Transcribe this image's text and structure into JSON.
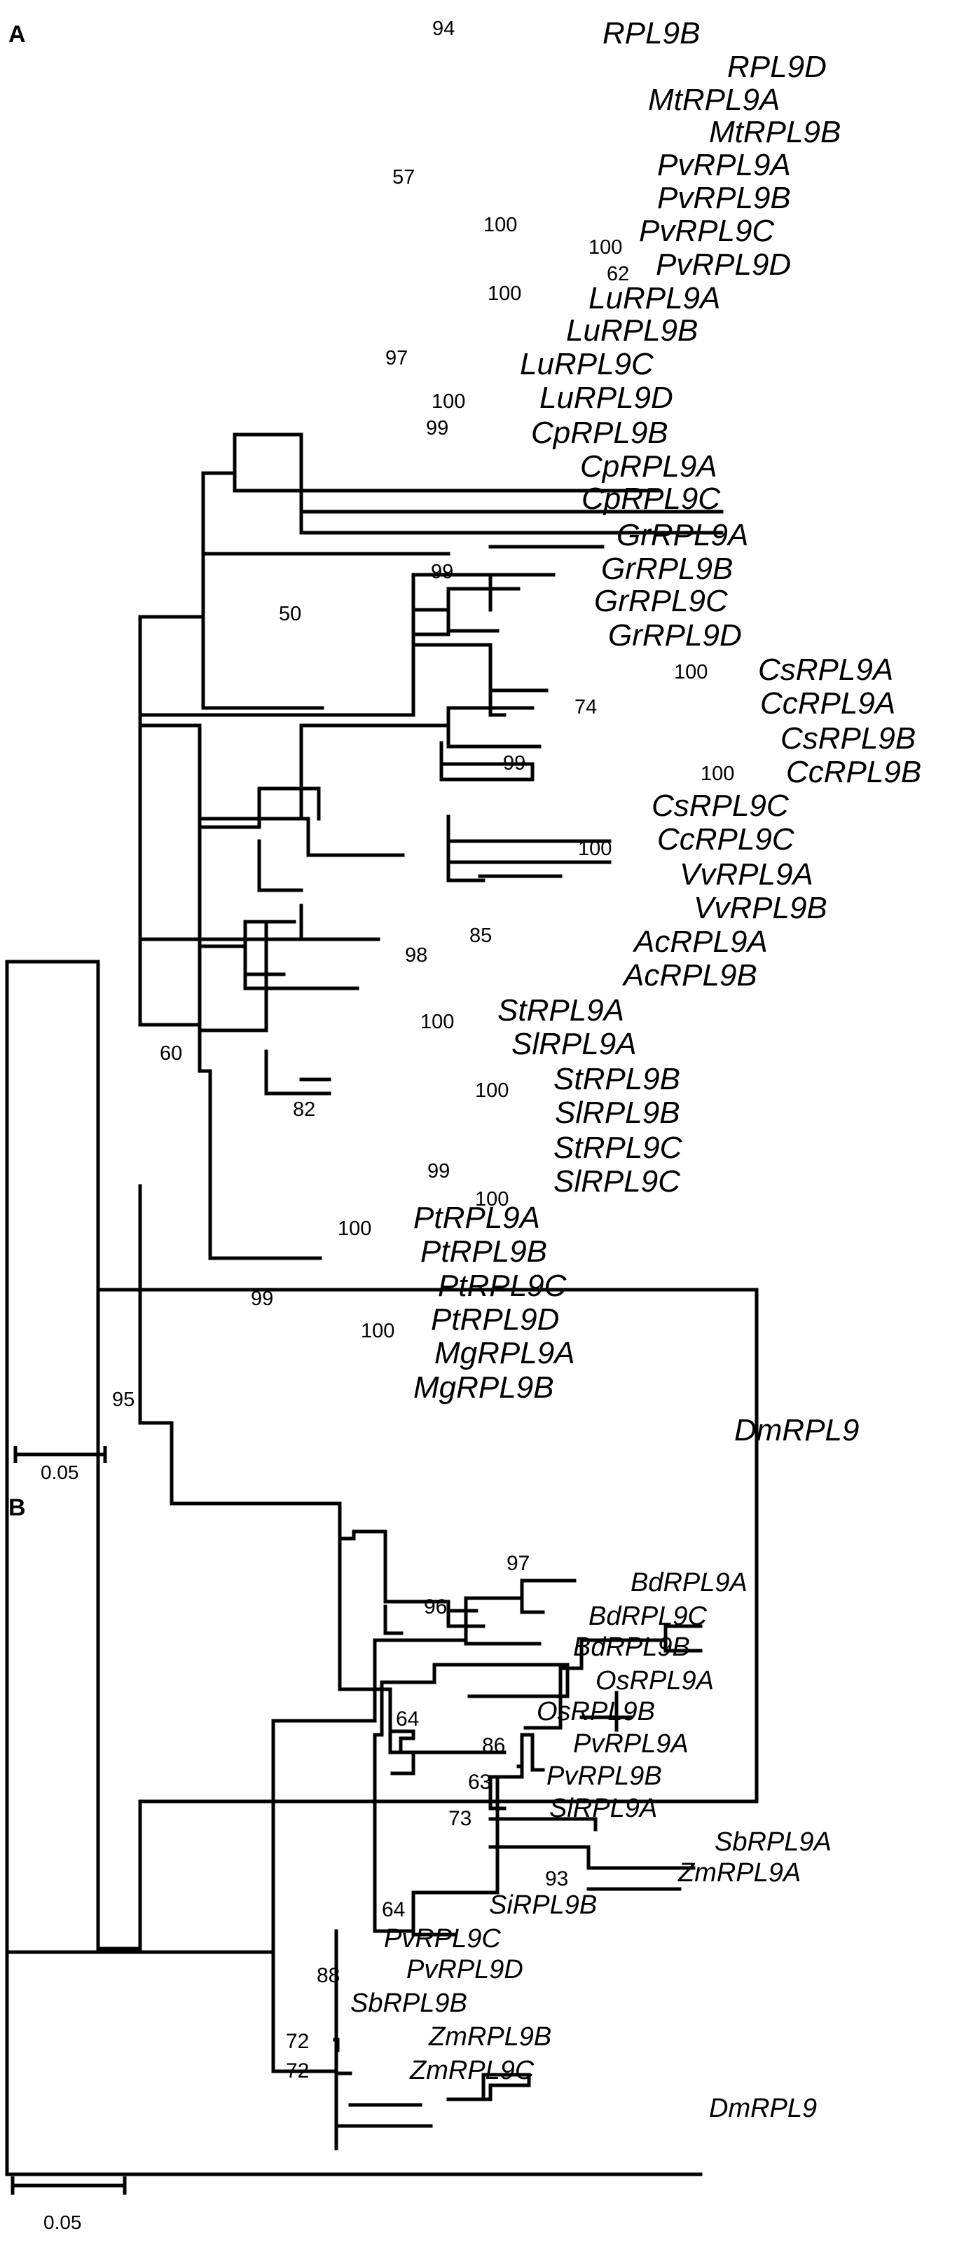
{
  "panels": [
    {
      "label": "A",
      "scale_bar": "0.05",
      "taxa": [
        "RPL9B",
        "RPL9D",
        "MtRPL9A",
        "MtRPL9B",
        "PvRPL9A",
        "PvRPL9B",
        "PvRPL9C",
        "PvRPL9D",
        "LuRPL9A",
        "LuRPL9B",
        "LuRPL9C",
        "LuRPL9D",
        "CpRPL9B",
        "CpRPL9A",
        "CpRPL9C",
        "GrRPL9A",
        "GrRPL9B",
        "GrRPL9C",
        "GrRPL9D",
        "CsRPL9A",
        "CcRPL9A",
        "CsRPL9B",
        "CcRPL9B",
        "CsRPL9C",
        "CcRPL9C",
        "VvRPL9A",
        "VvRPL9B",
        "AcRPL9A",
        "AcRPL9B",
        "StRPL9A",
        "SlRPL9A",
        "StRPL9B",
        "SlRPL9B",
        "StRPL9C",
        "SlRPL9C",
        "PtRPL9A",
        "PtRPL9B",
        "PtRPL9C",
        "PtRPL9D",
        "MgRPL9A",
        "MgRPL9B",
        "DmRPL9"
      ],
      "bootstrap": [
        "94",
        "57",
        "100",
        "100",
        "62",
        "100",
        "97",
        "100",
        "99",
        "99",
        "50",
        "100",
        "74",
        "100",
        "99",
        "100",
        "85",
        "98",
        "100",
        "60",
        "82",
        "100",
        "99",
        "100",
        "100",
        "99",
        "100",
        "95"
      ]
    },
    {
      "label": "B",
      "scale_bar": "0.05",
      "taxa": [
        "BdRPL9A",
        "BdRPL9C",
        "BdRPL9B",
        "OsRPL9A",
        "OsRPL9B",
        "PvRPL9A",
        "PvRPL9B",
        "SiRPL9A",
        "SbRPL9A",
        "ZmRPL9A",
        "SiRPL9B",
        "PvRPL9C",
        "PvRPL9D",
        "SbRPL9B",
        "ZmRPL9B",
        "ZmRPL9C",
        "DmRPL9"
      ],
      "bootstrap": [
        "97",
        "96",
        "64",
        "86",
        "63",
        "73",
        "93",
        "64",
        "88",
        "72",
        "72"
      ]
    }
  ]
}
